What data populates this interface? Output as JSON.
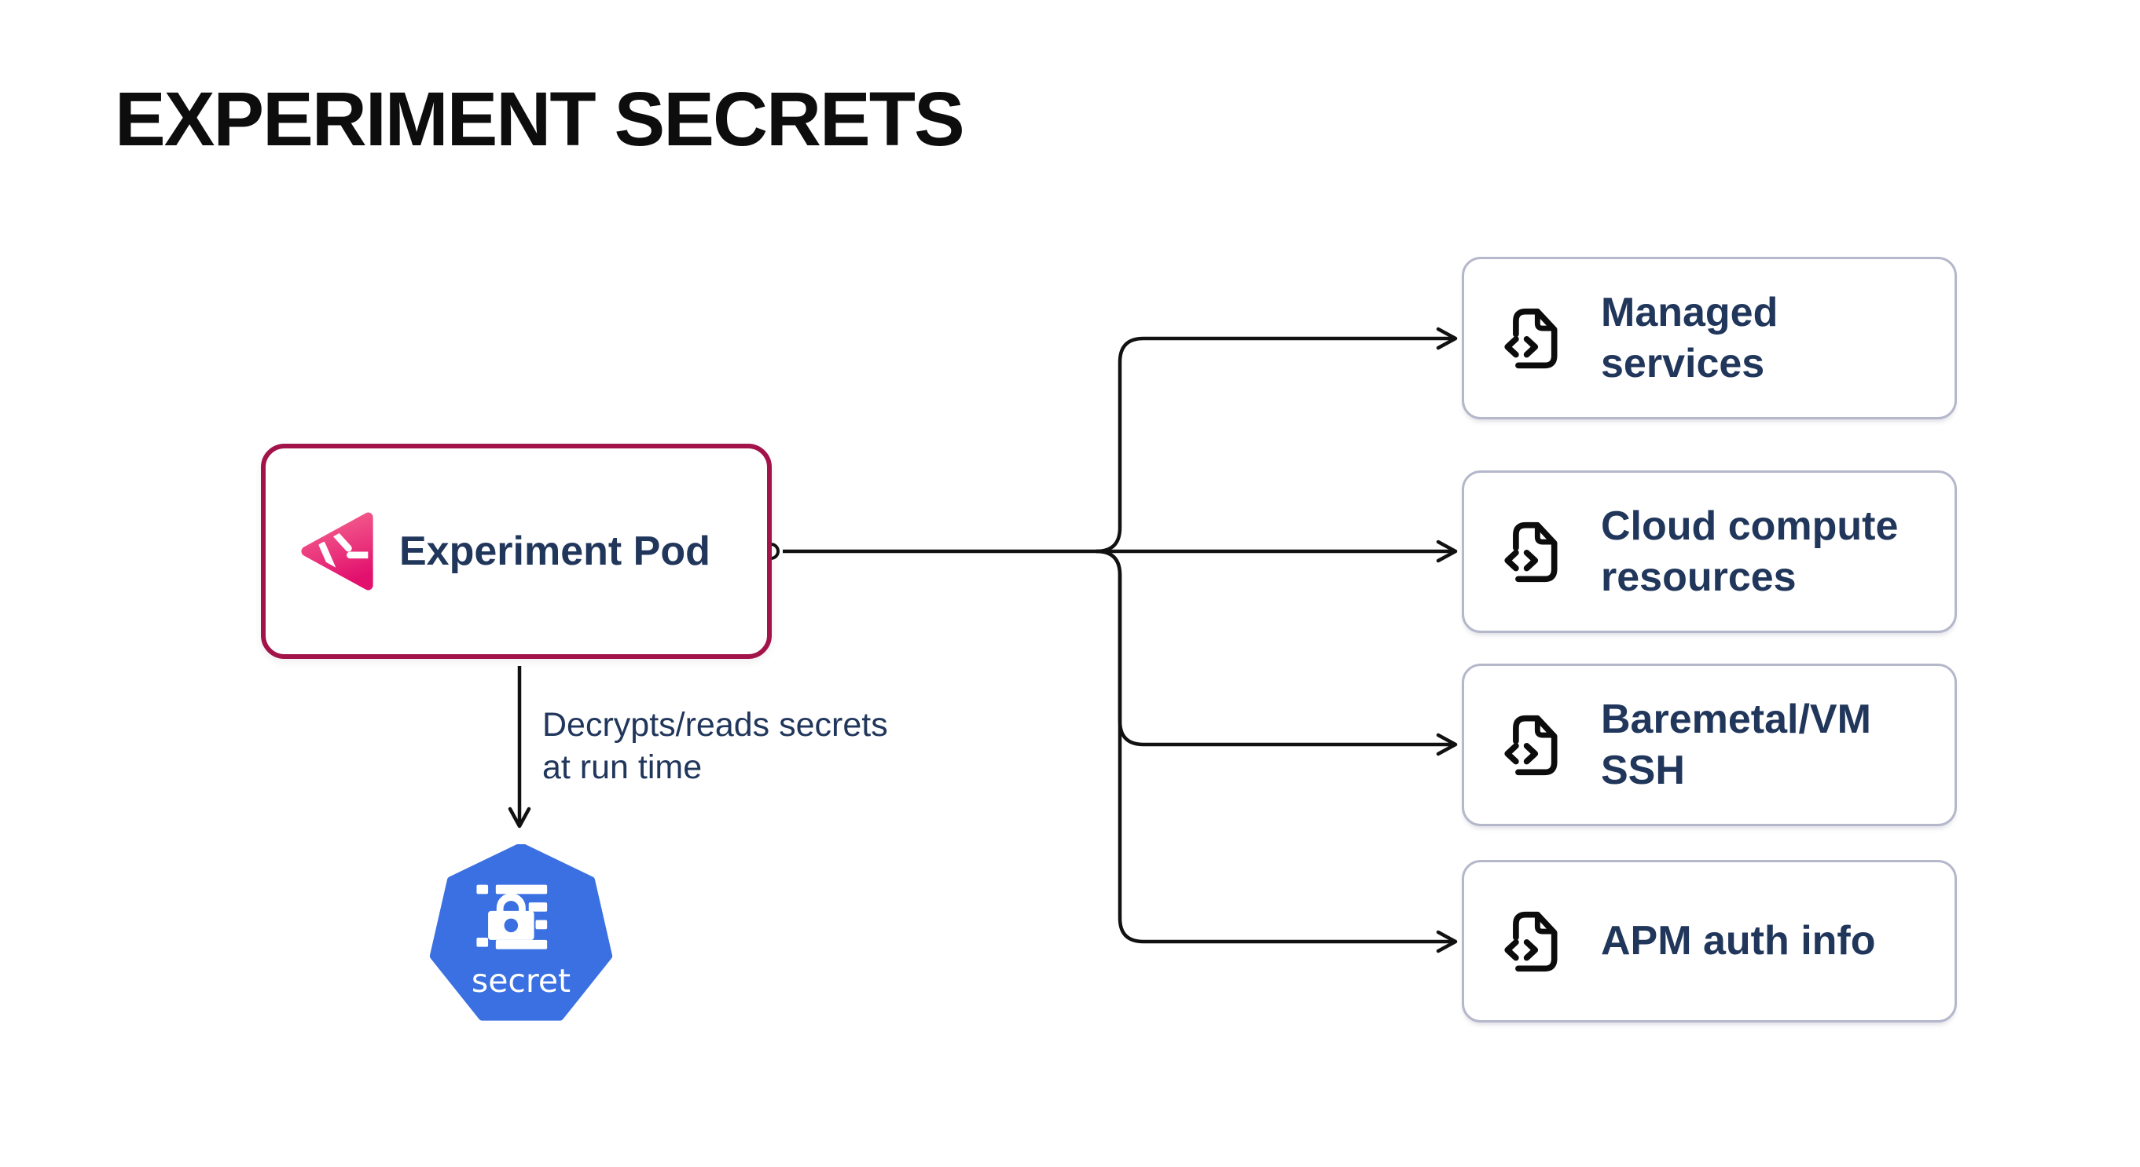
{
  "title": "EXPERIMENT SECRETS",
  "pod": {
    "label": "Experiment Pod",
    "border_color": "#A21349",
    "icon": "chaos-experiment-icon",
    "icon_gradient": [
      "#F4638F",
      "#E2116E"
    ]
  },
  "annotation": {
    "text": "Decrypts/reads secrets at run time"
  },
  "secret": {
    "label": "secret",
    "icon": "kubernetes-secret-icon",
    "color": "#3A70E2"
  },
  "targets": [
    {
      "label": "Managed services",
      "icon": "file-code-icon"
    },
    {
      "label": "Cloud compute resources",
      "icon": "file-code-icon"
    },
    {
      "label": "Baremetal/VM SSH",
      "icon": "file-code-icon"
    },
    {
      "label": "APM auth info",
      "icon": "file-code-icon"
    }
  ],
  "colors": {
    "text_navy": "#21365B",
    "arrow": "#111111",
    "target_border": "#B5B7CB",
    "background": "#FFFFFF"
  }
}
